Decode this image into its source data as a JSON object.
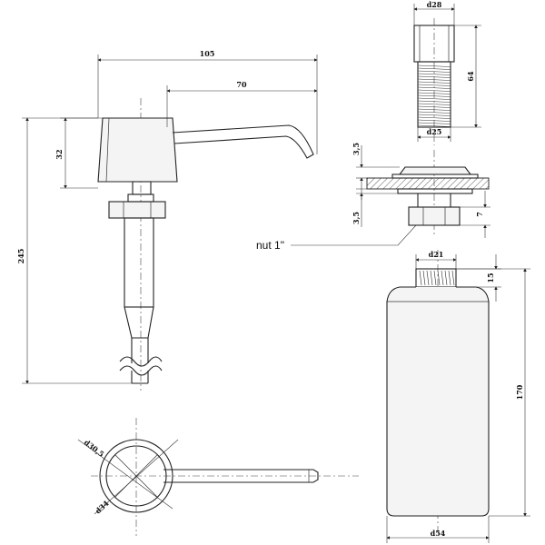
{
  "drawing": {
    "pump_side_view": {
      "dim_total_width": "105",
      "dim_spout_length": "70",
      "dim_head_height": "32",
      "dim_total_height": "245"
    },
    "tube_detail": {
      "dim_top_diameter": "d28",
      "dim_thread_length": "64",
      "dim_thread_diameter": "d25"
    },
    "mount_detail": {
      "dim_top_thickness": "3,5",
      "dim_bottom_thickness": "3,5",
      "dim_nut_height": "7",
      "nut_label": "nut 1\""
    },
    "bottle": {
      "dim_neck_diameter": "d21",
      "dim_neck_height": "15",
      "dim_height": "170",
      "dim_width": "d54"
    },
    "top_view": {
      "dim_outer_diameter": "d30,5",
      "dim_inner_diameter": "d34"
    }
  }
}
